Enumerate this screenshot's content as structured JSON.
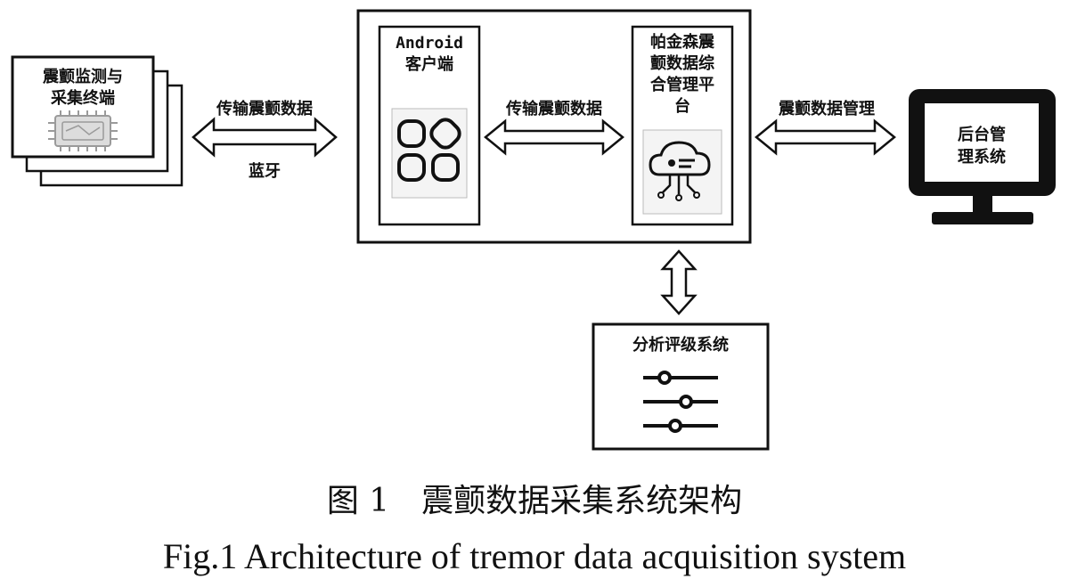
{
  "nodes": {
    "sensor_terminal": {
      "line1": "震颤监测与",
      "line2": "采集终端"
    },
    "platform_box": {},
    "android_client": {
      "line1": "Android",
      "line2": "客户端"
    },
    "management_platform": {
      "line1": "帕金森震",
      "line2": "颤数据综",
      "line3": "合管理平",
      "line4": "台"
    },
    "backend_system": {
      "line1": "后台管",
      "line2": "理系统"
    },
    "analysis_system": {
      "label": "分析评级系统"
    }
  },
  "edges": {
    "sensor_to_android": {
      "label_top": "传输震颤数据",
      "label_bottom": "蓝牙"
    },
    "android_to_platform": {
      "label": "传输震颤数据"
    },
    "platform_to_backend": {
      "label": "震颤数据管理"
    },
    "platform_to_analysis": {}
  },
  "caption": {
    "zh": "图 1　震颤数据采集系统架构",
    "en": "Fig.1 Architecture of tremor data acquisition system"
  },
  "icons": [
    "chip-icon",
    "app-grid-icon",
    "cloud-data-icon",
    "monitor-icon",
    "sliders-icon"
  ]
}
